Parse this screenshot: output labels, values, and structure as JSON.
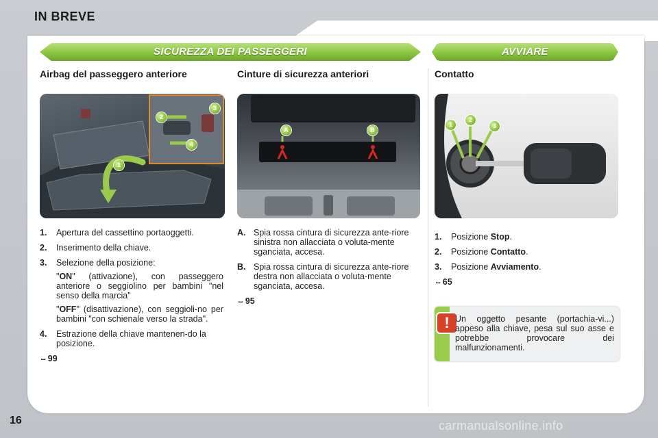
{
  "header": {
    "title": "IN BREVE"
  },
  "banners": {
    "left": "SICUREZZA DEI PASSEGGERI",
    "right": "AVVIARE"
  },
  "sections": {
    "airbag": {
      "title": "Airbag del passeggero anteriore",
      "items": [
        {
          "num": "1.",
          "text": "Apertura del cassettino portaoggetti."
        },
        {
          "num": "2.",
          "text": "Inserimento della chiave."
        },
        {
          "num": "3.",
          "text": "Selezione della posizione:",
          "on_key": "ON",
          "on_text": " (attivazione), con passeggero anteriore o seggiolino per bambini \"nel senso della marcia\"",
          "off_key": "OFF",
          "off_text": " (disattivazione), con seggioli-no per bambini \"con schienale verso la strada\"."
        },
        {
          "num": "4.",
          "text": "Estrazione della chiave mantenen-do la posizione."
        }
      ],
      "ref": "99",
      "photo_labels": [
        "1",
        "2",
        "3",
        "4"
      ]
    },
    "belts": {
      "title": "Cinture di sicurezza anteriori",
      "items": [
        {
          "num": "A.",
          "text": "Spia rossa cintura di sicurezza ante-riore sinistra non allacciata o voluta-mente sganciata, accesa."
        },
        {
          "num": "B.",
          "text": "Spia rossa cintura di sicurezza ante-riore destra non allacciata o voluta-mente sganciata, accesa."
        }
      ],
      "ref": "95",
      "photo_labels": [
        "A",
        "B"
      ]
    },
    "contact": {
      "title": "Contatto",
      "items": [
        {
          "num": "1.",
          "prefix": "Posizione ",
          "bold": "Stop",
          "suffix": "."
        },
        {
          "num": "2.",
          "prefix": "Posizione ",
          "bold": "Contatto",
          "suffix": "."
        },
        {
          "num": "3.",
          "prefix": "Posizione ",
          "bold": "Avviamento",
          "suffix": "."
        }
      ],
      "ref": "65",
      "photo_labels": [
        "1",
        "2",
        "3"
      ]
    }
  },
  "warning": {
    "icon": "!",
    "text": "Un oggetto pesante (portachia-vi...) appeso alla chiave, pesa sul suo asse e potrebbe provocare dei malfunzionamenti."
  },
  "footer": {
    "page_number": "16",
    "watermark": "carmanualsonline.info"
  },
  "ref_arrow": "⧿",
  "colors": {
    "banner_green": "#8ac640",
    "warning_red": "#d6432a",
    "seatbelt_red": "#d8271e"
  }
}
